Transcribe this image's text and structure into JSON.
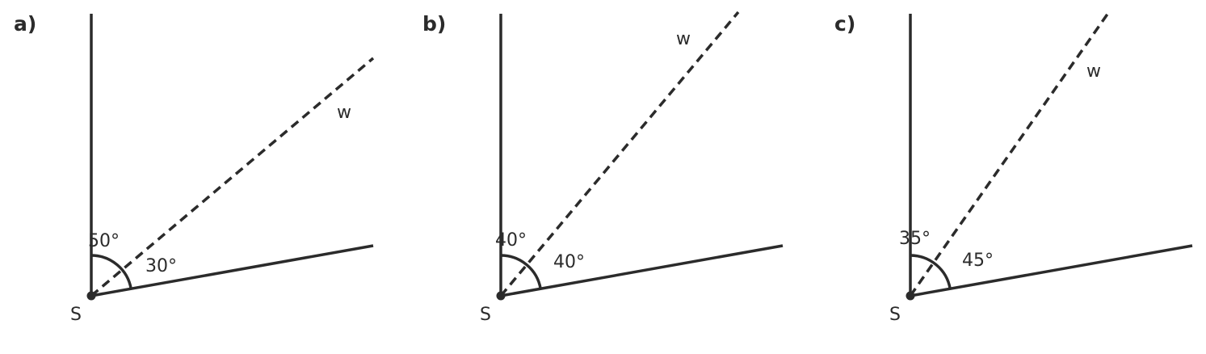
{
  "colors": {
    "ink": "#2b2b2b",
    "background": "#ffffff"
  },
  "panels": [
    {
      "label": "a)",
      "point_label": "S",
      "ray_label": "w",
      "angle_upper": "50°",
      "angle_lower": "30°",
      "angle_upper_deg": 50,
      "angle_lower_deg": 30
    },
    {
      "label": "b)",
      "point_label": "S",
      "ray_label": "w",
      "angle_upper": "40°",
      "angle_lower": "40°",
      "angle_upper_deg": 40,
      "angle_lower_deg": 40
    },
    {
      "label": "c)",
      "point_label": "S",
      "ray_label": "w",
      "angle_upper": "35°",
      "angle_lower": "45°",
      "angle_upper_deg": 35,
      "angle_lower_deg": 45
    }
  ]
}
